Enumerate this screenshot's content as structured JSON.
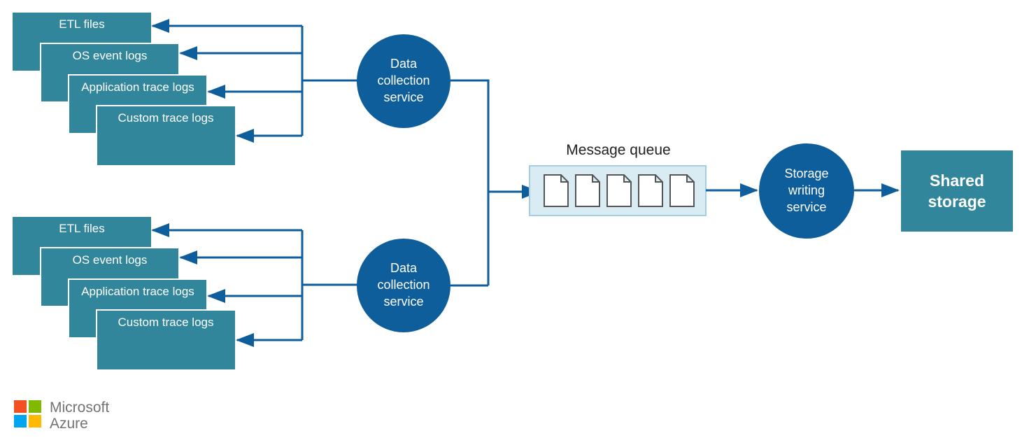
{
  "colors": {
    "source_fill": "#31869b",
    "service_fill": "#0f5e9c",
    "queue_fill": "#d9ebf3",
    "queue_border": "#a5cfe0",
    "storage_fill": "#31869b",
    "line": "#0f5e9c"
  },
  "groups": [
    {
      "sources": [
        "ETL files",
        "OS event logs",
        "Application trace logs",
        "Custom trace logs"
      ],
      "service": [
        "Data",
        "collection",
        "service"
      ]
    },
    {
      "sources": [
        "ETL files",
        "OS event logs",
        "Application trace logs",
        "Custom trace logs"
      ],
      "service": [
        "Data",
        "collection",
        "service"
      ]
    }
  ],
  "queue": {
    "label": "Message queue",
    "icon": "document-icon",
    "message_count": 5
  },
  "storage_writer": {
    "lines": [
      "Storage",
      "writing",
      "service"
    ]
  },
  "storage": {
    "lines": [
      "Shared",
      "storage"
    ]
  },
  "logo": {
    "line1": "Microsoft",
    "line2": "Azure",
    "squares": [
      "#f25022",
      "#7fba00",
      "#00a4ef",
      "#ffb900"
    ]
  }
}
